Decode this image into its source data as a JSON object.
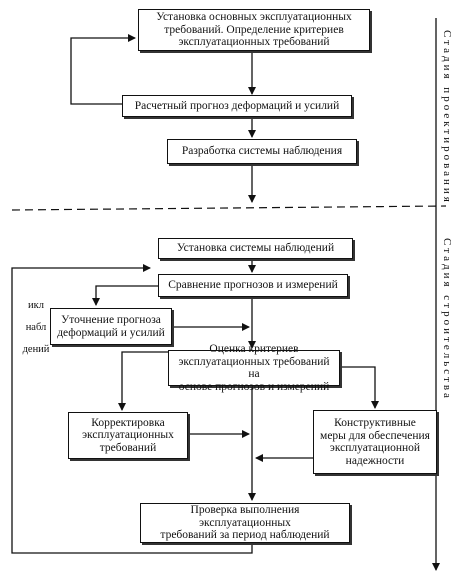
{
  "boxes": {
    "b1": [
      "Установка основных эксплуатационных",
      "требований. Определение критериев",
      "эксплуатационных требований"
    ],
    "b2": [
      "Расчетный прогноз деформаций и усилий"
    ],
    "b3": [
      "Разработка системы наблюдения"
    ],
    "b4": [
      "Установка системы наблюдений"
    ],
    "b5": [
      "Сравнение прогнозов и измерений"
    ],
    "b6": [
      "Уточнение прогноза",
      "деформаций и усилий"
    ],
    "b7": [
      "Оценка критериев",
      "эксплуатационных требований на",
      "основе прогнозов и измерений"
    ],
    "b8": [
      "Корректировка",
      "эксплуатационных",
      "требований"
    ],
    "b9": [
      "Конструктивные",
      "меры для обеспечения",
      "эксплуатационной",
      "надежности"
    ],
    "b10": [
      "Проверка выполнения эксплуатационных",
      "требований за период наблюдений"
    ]
  },
  "cycle_label": [
    "икл",
    "набл",
    "",
    "дений"
  ],
  "stage_design": "Стадия проектирования",
  "stage_construction": "Стадия строительства"
}
